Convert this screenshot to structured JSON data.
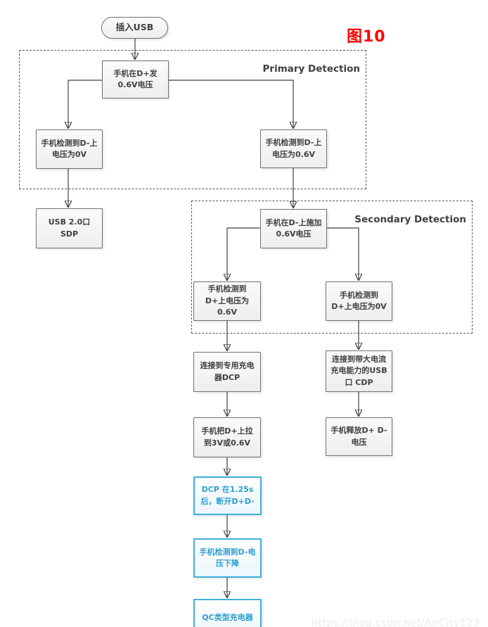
{
  "figure": {
    "label": "图10"
  },
  "watermark": "https://blog.csdn.net/AirCity123",
  "containers": {
    "primary": {
      "label": "Primary Detection"
    },
    "secondary": {
      "label": "Secondary Detection"
    }
  },
  "nodes": {
    "start": {
      "label": "插入USB"
    },
    "send_dplus_06": {
      "label": "手机在D+发0.6V电压"
    },
    "detect_dminus_0v": {
      "label": "手机检测到D-上电压为0V"
    },
    "detect_dminus_06v": {
      "label": "手机检测到D-上电压为0.6V"
    },
    "sdp": {
      "label": "USB 2.0口 SDP"
    },
    "apply_dminus_06": {
      "label": "手机在D-上施加0.6V电压"
    },
    "detect_dplus_06v": {
      "label": "手机检测到D+上电压为0.6V"
    },
    "detect_dplus_0v": {
      "label": "手机检测到D+上电压为0V"
    },
    "dcp": {
      "label": "连接到专用充电器DCP"
    },
    "cdp": {
      "label": "连接到带大电流充电能力的USB口 CDP"
    },
    "pull_dplus": {
      "label": "手机把D+上拉到3V或0.6V"
    },
    "release_lines": {
      "label": "手机释放D+ D-电压"
    },
    "dcp_disconnect": {
      "label": "DCP 在1.25s后，断开D+D-"
    },
    "detect_drop": {
      "label": "手机检测到D-电压下降"
    },
    "qc_charger": {
      "label": "QC类型充电器"
    }
  },
  "colors": {
    "figure_red": "#ff0000",
    "box_border": "#707070",
    "box_text": "#404040",
    "blue_border": "#41aeda",
    "blue_text": "#2e9fd0",
    "dashed_border": "#595959",
    "arrow": "#404040"
  }
}
